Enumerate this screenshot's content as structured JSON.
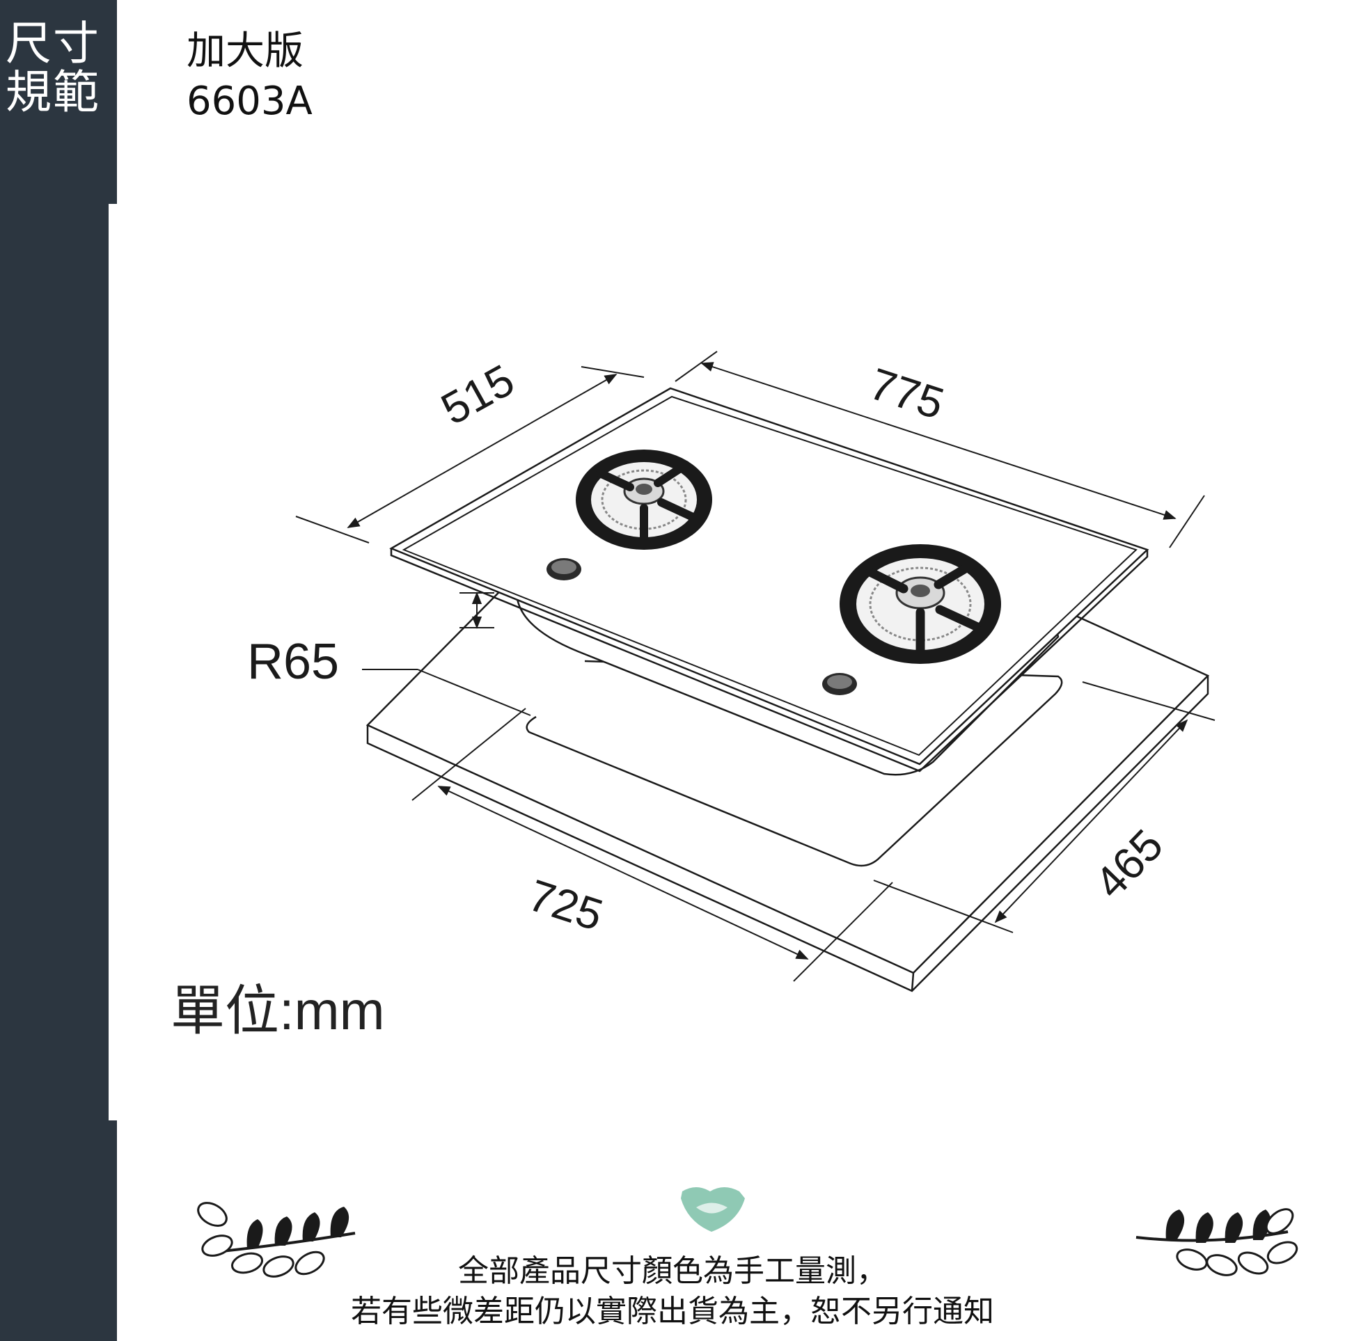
{
  "sidebar": {
    "line1": "尺寸",
    "line2": "規範"
  },
  "model": {
    "edition": "加大版",
    "number": "6603A"
  },
  "dimensions": {
    "top_depth": "515",
    "top_width": "775",
    "cutout_width": "725",
    "cutout_depth": "465",
    "radius": "R65"
  },
  "unit_label": "單位:mm",
  "notice": {
    "line1": "全部產品尺寸顏色為手工量測，",
    "line2": "若有些微差距仍以實際出貨為主，恕不另行通知"
  },
  "colors": {
    "sidebar": "#2c3640",
    "line": "#1a1a1a",
    "logo": "#8fc9b4"
  },
  "icons": [
    "leaf-branch-left-icon",
    "bird-logo-icon",
    "leaf-branch-right-icon"
  ]
}
